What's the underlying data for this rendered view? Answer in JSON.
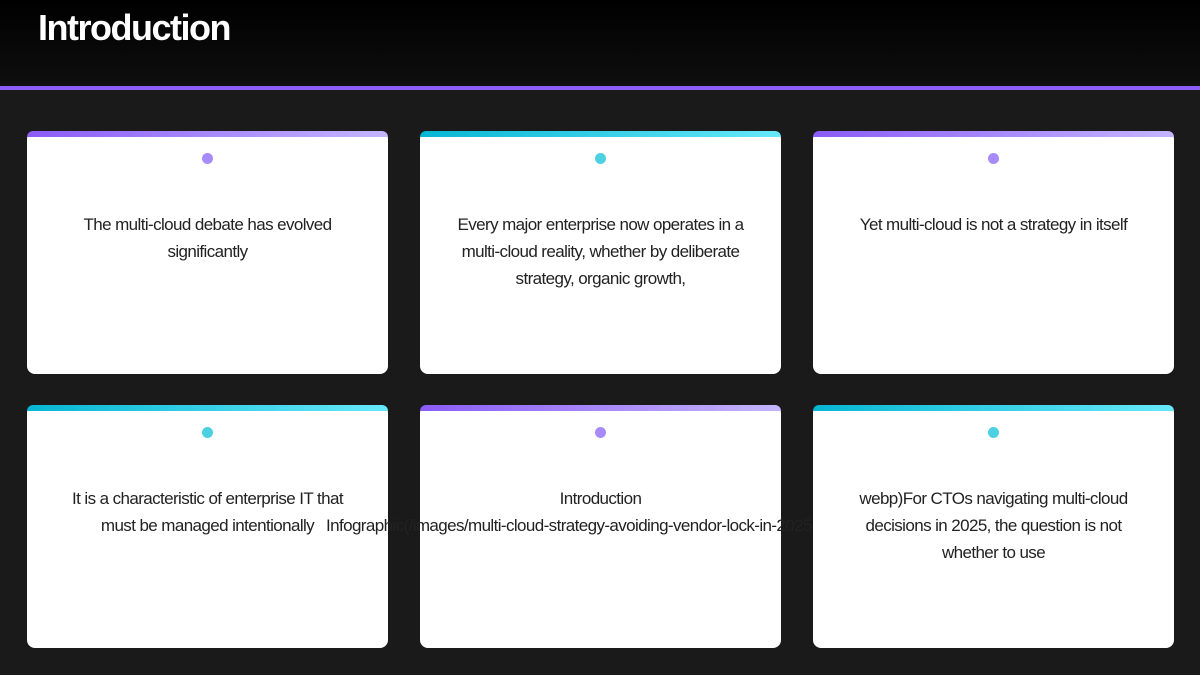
{
  "header": {
    "title": "Introduction"
  },
  "colors": {
    "background": "#1a1a1a",
    "accent_purple": "#8b5cf6",
    "accent_teal": "#06b6d4",
    "card_bg": "#ffffff"
  },
  "cards": [
    {
      "accent": "purple",
      "text": "The multi-cloud debate has evolved significantly"
    },
    {
      "accent": "teal",
      "text": "Every major enterprise now operates in a multi-cloud reality, whether by deliberate strategy, organic growth,"
    },
    {
      "accent": "purple",
      "text": "Yet multi-cloud is not a strategy in itself"
    },
    {
      "accent": "teal",
      "text": "It is a characteristic of enterprise IT that must be managed intentionally"
    },
    {
      "accent": "purple",
      "text_line1": "Introduction",
      "text_line2": "Infographic(/images/multi-cloud-strategy-avoiding-vendor-lock-in-2025"
    },
    {
      "accent": "teal",
      "text": "webp)For CTOs navigating multi-cloud decisions in 2025, the question is not whether to use"
    }
  ]
}
